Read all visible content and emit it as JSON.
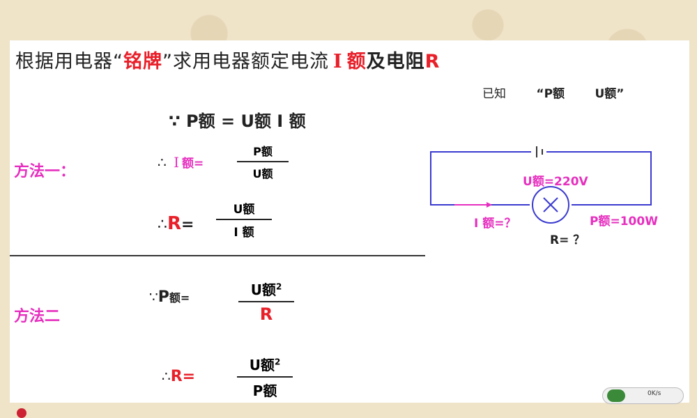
{
  "title": {
    "part1": "根据用电器“",
    "brand": "铭牌",
    "part2": "”求用电器额定电流",
    "i_sym": "I",
    "e_suffix": "额",
    "part3": "及电阻",
    "r_sym": "R"
  },
  "given": {
    "label": "已知",
    "p": "“P额",
    "u": "U额”"
  },
  "formula_main": "∵ P额 = U额 I 额",
  "method1": {
    "label": "方法一：",
    "i_prefix": "∴",
    "i_sym": "I",
    "i_suffix": "额=",
    "i_num": "P额",
    "i_den": "U额",
    "r_prefix": "∴",
    "r_sym": "R",
    "r_eq": "=",
    "r_num": "U额",
    "r_den": "I 额"
  },
  "method2": {
    "label": "方法二",
    "p_prefix": "∵",
    "p_sym": "P",
    "p_suffix": "额=",
    "p_num": "U额",
    "p_num_exp": "2",
    "p_den": "R",
    "r_prefix": "∴",
    "r_sym": "R=",
    "r_num": "U额",
    "r_num_exp": "2",
    "r_den": "P额"
  },
  "circuit": {
    "u_label_u": "U",
    "u_label_rest": "额=220V",
    "i_label": "I 额=？",
    "p_label": "P额=100W",
    "r_label": "R= ？"
  },
  "tray": {
    "speed": "0K/s"
  },
  "colors": {
    "red": "#e8202a",
    "pink": "#e62fbf",
    "green": "#36a636",
    "wire": "#3a3ad0"
  }
}
